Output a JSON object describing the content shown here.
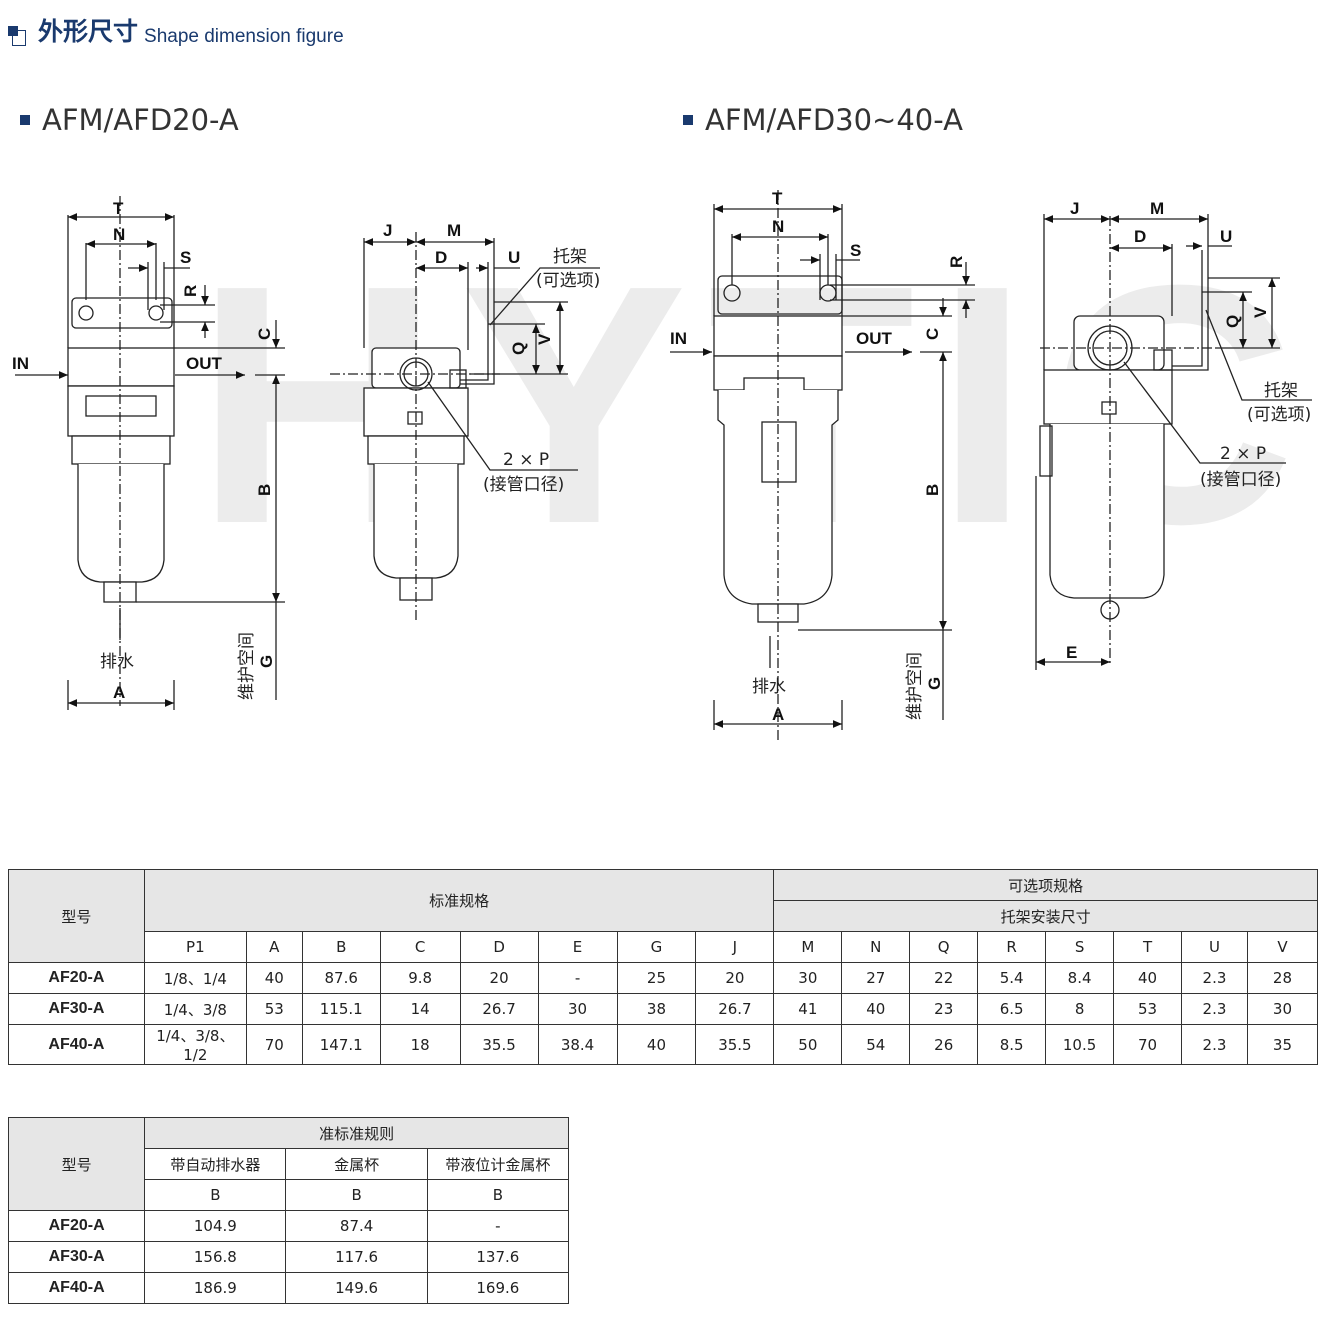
{
  "header": {
    "title_cn": "外形尺寸",
    "title_en": "Shape dimension figure"
  },
  "models": {
    "left": "AFM/AFD20-A",
    "right": "AFM/AFD30~40-A"
  },
  "watermark": "HYTIC",
  "drawing": {
    "dims": [
      "T",
      "N",
      "S",
      "R",
      "C",
      "B",
      "G",
      "A",
      "J",
      "M",
      "D",
      "U",
      "Q",
      "V",
      "E"
    ],
    "in_label": "IN",
    "out_label": "OUT",
    "bracket": "托架",
    "optional": "(可选项)",
    "port": "2 × P",
    "port_note": "(接管口径)",
    "drain": "排水",
    "maint": "维护空间"
  },
  "table1": {
    "model_header": "型号",
    "std_header": "标准规格",
    "opt_header": "可选项规格",
    "bracket_header": "托架安装尺寸",
    "std_cols": [
      "P1",
      "A",
      "B",
      "C",
      "D",
      "E",
      "G",
      "J"
    ],
    "opt_cols": [
      "M",
      "N",
      "Q",
      "R",
      "S",
      "T",
      "U",
      "V"
    ],
    "rows": [
      {
        "model": "AF20-A",
        "std": [
          "1/8、1/4",
          "40",
          "87.6",
          "9.8",
          "20",
          "-",
          "25",
          "20"
        ],
        "opt": [
          "30",
          "27",
          "22",
          "5.4",
          "8.4",
          "40",
          "2.3",
          "28"
        ]
      },
      {
        "model": "AF30-A",
        "std": [
          "1/4、3/8",
          "53",
          "115.1",
          "14",
          "26.7",
          "30",
          "38",
          "26.7"
        ],
        "opt": [
          "41",
          "40",
          "23",
          "6.5",
          "8",
          "53",
          "2.3",
          "30"
        ]
      },
      {
        "model": "AF40-A",
        "std": [
          "1/4、3/8、1/2",
          "70",
          "147.1",
          "18",
          "35.5",
          "38.4",
          "40",
          "35.5"
        ],
        "opt": [
          "50",
          "54",
          "26",
          "8.5",
          "10.5",
          "70",
          "2.3",
          "35"
        ]
      }
    ]
  },
  "table2": {
    "model_header": "型号",
    "group_header": "准标准规则",
    "cols": [
      "带自动排水器",
      "金属杯",
      "带液位计金属杯"
    ],
    "sub": "B",
    "rows": [
      {
        "model": "AF20-A",
        "vals": [
          "104.9",
          "87.4",
          "-"
        ]
      },
      {
        "model": "AF30-A",
        "vals": [
          "156.8",
          "117.6",
          "137.6"
        ]
      },
      {
        "model": "AF40-A",
        "vals": [
          "186.9",
          "149.6",
          "169.6"
        ]
      }
    ]
  }
}
